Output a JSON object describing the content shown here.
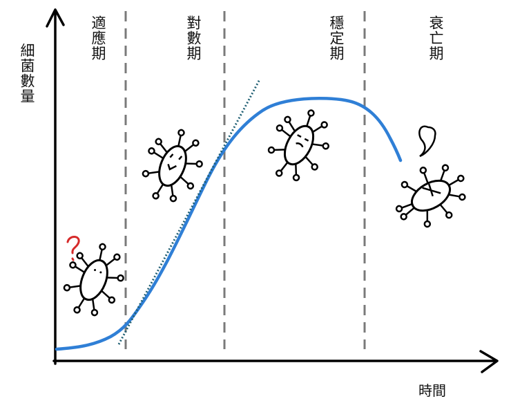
{
  "y_axis_label": "細菌數量",
  "x_axis_label": "時間",
  "phases": [
    {
      "label": "適應期",
      "face": "dots",
      "mark": "?"
    },
    {
      "label": "對數期",
      "face": "happy"
    },
    {
      "label": "穩定期",
      "face": "neutral"
    },
    {
      "label": "衰亡期",
      "face": "dead"
    }
  ],
  "colors": {
    "curve": "#2f7fd6",
    "tangent": "#1f5f73",
    "divider": "#7a7a7a",
    "question_mark": "#d62a2a",
    "axis": "#000000"
  }
}
